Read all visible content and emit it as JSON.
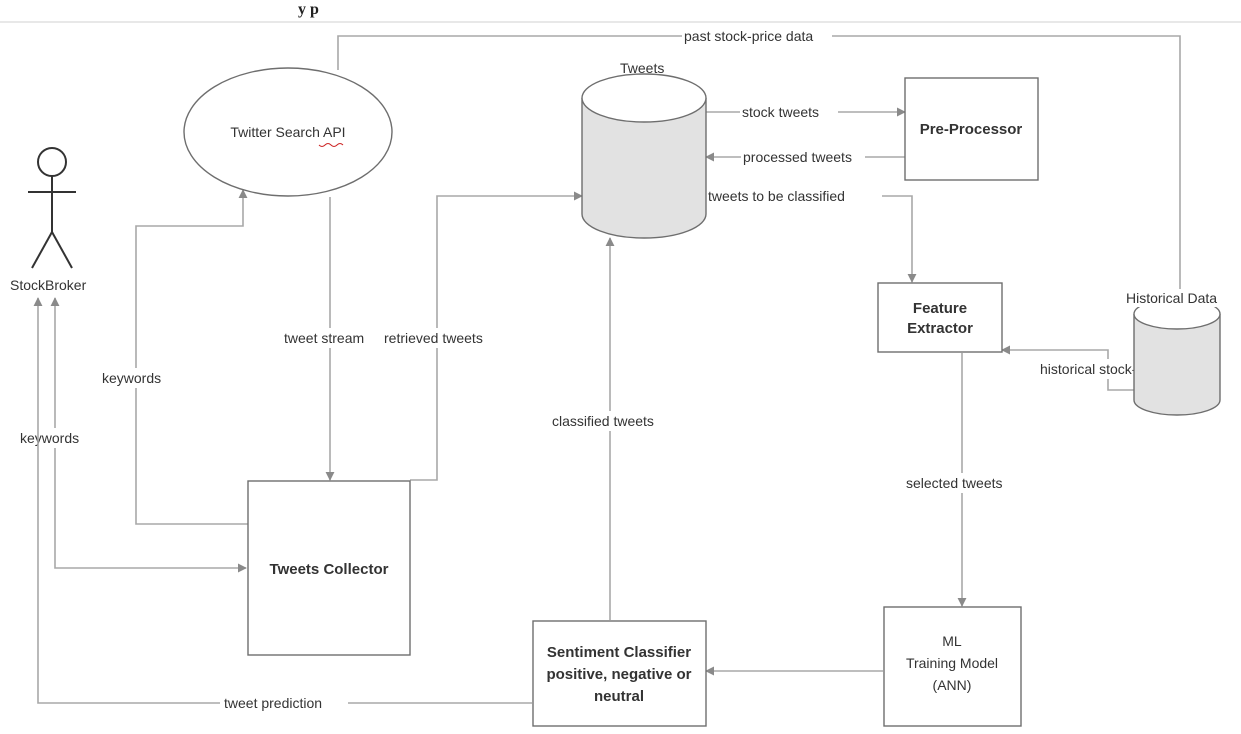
{
  "header_fragment": "y  p",
  "actor": {
    "label": "StockBroker"
  },
  "nodes": {
    "twitter_api": "Twitter Search API",
    "tweets_db": "Tweets",
    "pre_processor": "Pre-Processor",
    "feature_extractor": [
      "Feature",
      "Extractor"
    ],
    "historical_db": "Historical  Data",
    "tweets_collector": "Tweets Collector",
    "sentiment_classifier": [
      "Sentiment Classifier",
      "positive, negative or",
      "neutral"
    ],
    "ml_model": [
      "ML",
      "Training Model",
      "(ANN)"
    ]
  },
  "edges": {
    "past_stock_price": "past stock-price data",
    "stock_tweets": "stock tweets",
    "processed_tweets": "processed tweets",
    "tweets_to_classify": "tweets to be classified",
    "keywords_api": "keywords",
    "keywords_collector": "keywords",
    "tweet_stream": "tweet stream",
    "retrieved_tweets": "retrieved tweets",
    "classified_tweets": "classified tweets",
    "historical_stock": "historical stock-data",
    "selected_tweets": "selected tweets",
    "tweet_prediction": "tweet prediction"
  },
  "colors": {
    "line": "#a8a8a8",
    "outline": "#6e6e6e",
    "db_fill": "#e2e2e2",
    "text": "#333333"
  }
}
